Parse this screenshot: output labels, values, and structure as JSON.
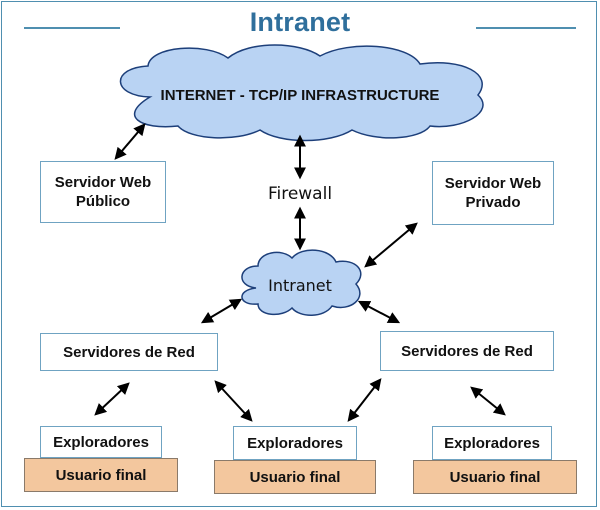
{
  "title": "Intranet",
  "internet_cloud": "INTERNET - TCP/IP INFRASTRUCTURE",
  "firewall": "Firewall",
  "intranet_cloud": "Intranet",
  "public_server": {
    "line1": "Servidor Web",
    "line2": "Público"
  },
  "private_server": {
    "line1": "Servidor Web",
    "line2": "Privado"
  },
  "network_servers": [
    "Servidores de Red",
    "Servidores de Red"
  ],
  "browsers": [
    "Exploradores",
    "Exploradores",
    "Exploradores"
  ],
  "end_users": [
    "Usuario final",
    "Usuario final",
    "Usuario final"
  ],
  "colors": {
    "cloud_fill": "#b9d3f3",
    "cloud_stroke": "#1d3f7a",
    "title": "#2f6f9c",
    "box_border": "#6fa3c2",
    "user_fill": "#f3c79e"
  }
}
